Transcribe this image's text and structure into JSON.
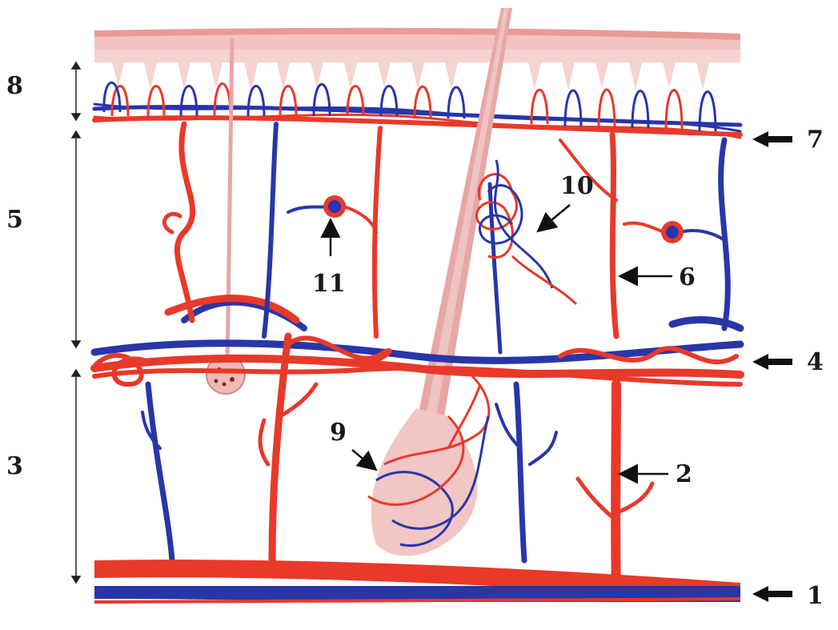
{
  "labels": {
    "l1": "1",
    "l2": "2",
    "l3": "3",
    "l4": "4",
    "l5": "5",
    "l6": "6",
    "l7": "7",
    "l8": "8",
    "l9": "9",
    "l10": "10",
    "l11": "11"
  },
  "colors": {
    "artery": "#e8392a",
    "vein": "#2836a8",
    "epidermis": "#f3c3c0",
    "epidermis_dark": "#e89b97",
    "hair": "#e6a7a5",
    "background": "#ffffff",
    "arrow": "#111111"
  }
}
